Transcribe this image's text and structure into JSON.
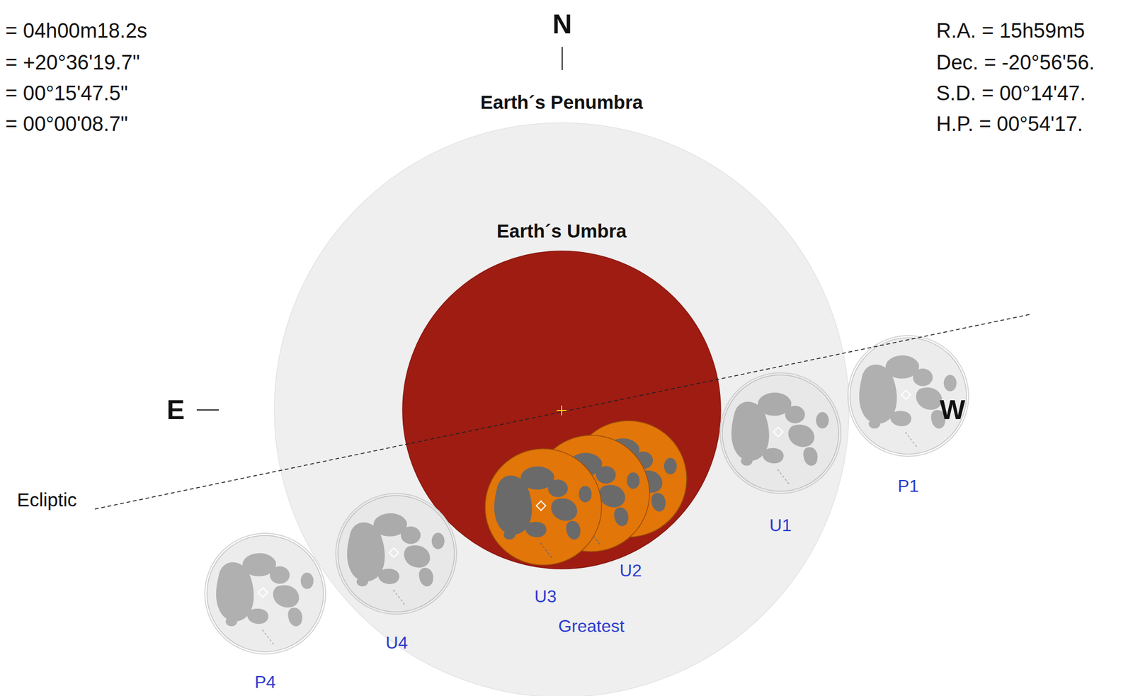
{
  "diagram": {
    "nodes": [
      {
        "text": [
          "Earth´s Penumbra"
        ]
      },
      {
        "text": [
          "Earth´s Umbra"
        ],
        "in": 0
      }
    ],
    "labels": [
      "= 04h00m18.2s",
      "= +20°36'19.7\"",
      "= 00°15'47.5\"",
      "= 00°00'08.7\"",
      "R.A. = 15h59m5",
      "Dec. = -20°56'56.",
      "S.D. = 00°14'47.",
      "H.P. = 00°54'17.",
      "N",
      "E",
      "W",
      "Ecliptic",
      "P1",
      "U1",
      "U2",
      "U3",
      "Greatest",
      "U4",
      "P4"
    ]
  }
}
